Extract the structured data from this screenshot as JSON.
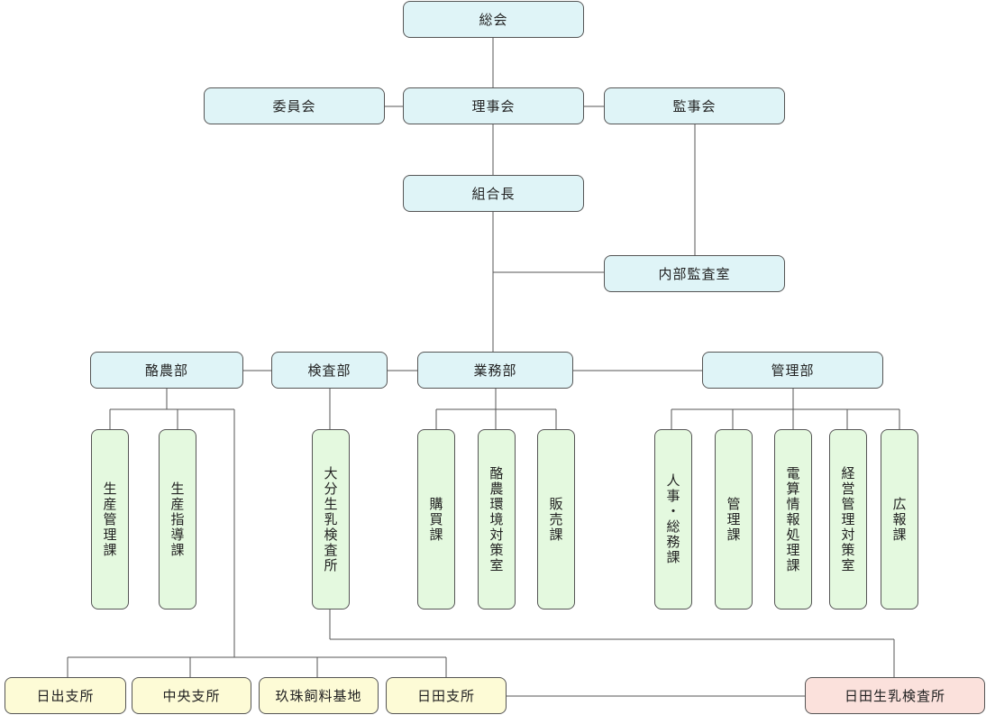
{
  "top": {
    "soukai": "総会",
    "iinkai": "委員会",
    "rijikai": "理事会",
    "kanjikai": "監事会",
    "kumiaicho": "組合長",
    "naibu_kansa": "内部監査室"
  },
  "departments": {
    "rakuno": "酪農部",
    "kensa": "検査部",
    "gyomu": "業務部",
    "kanri": "管理部"
  },
  "sections": {
    "seisan_kanri": "生産管理課",
    "seisan_shido": "生産指導課",
    "oita_kensajo": "大分生乳検査所",
    "kobai": "購買課",
    "rakuno_kankyo": "酪農環境対策室",
    "hanbai": "販売課",
    "jinji_somu": "人事・総務課",
    "kanri_ka": "管理課",
    "densan": "電算情報処理課",
    "keiei_kanri": "経営管理対策室",
    "koho": "広報課"
  },
  "branches": {
    "hiji": "日出支所",
    "chuo": "中央支所",
    "kusu": "玖珠飼料基地",
    "hita": "日田支所",
    "hita_kensajo": "日田生乳検査所"
  }
}
